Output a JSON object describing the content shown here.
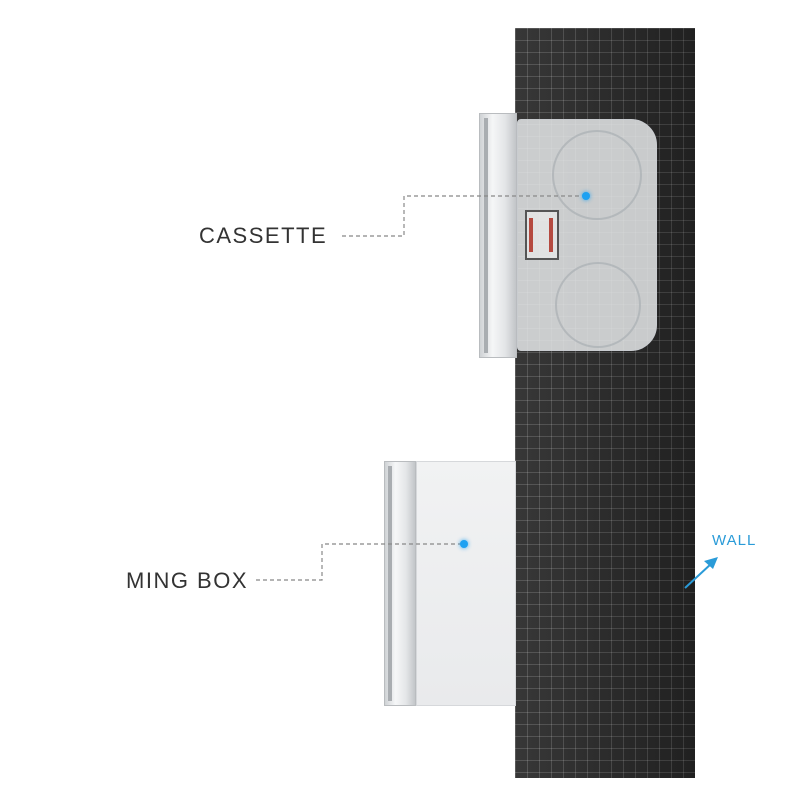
{
  "labels": {
    "cassette": "CASSETTE",
    "ming_box": "MING BOX",
    "wall": "WALL"
  },
  "colors": {
    "accent": "#1da1f2",
    "wall_label": "#2a9bd8",
    "wall": "#2b2b2b",
    "label_text": "#333333",
    "leader_line": "#888888"
  },
  "icons": {
    "wall_pointer": "arrow-up-right-icon"
  }
}
